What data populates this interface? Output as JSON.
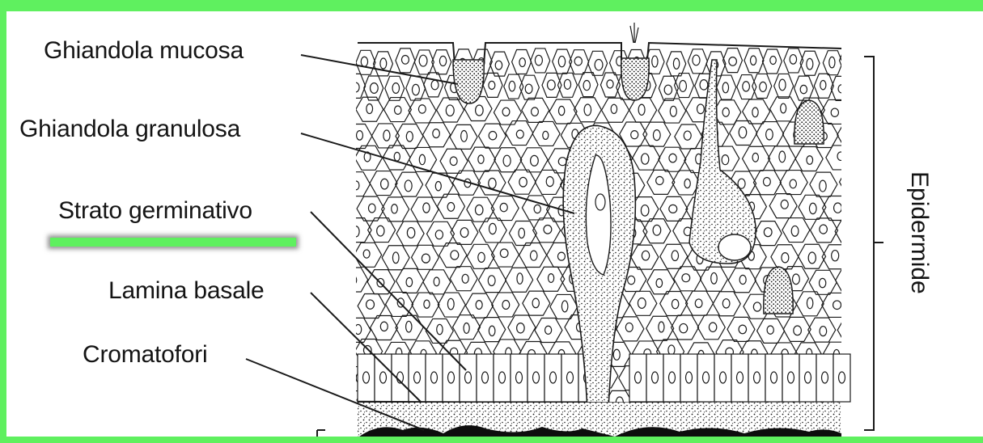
{
  "labels": {
    "ghiandola_mucosa": "Ghiandola mucosa",
    "ghiandola_granulosa": "Ghiandola granulosa",
    "strato_germinativo": "Strato germinativo",
    "lamina_basale": "Lamina basale",
    "cromatofori": "Cromatofori",
    "epidermide": "Epidermide"
  },
  "colors": {
    "frame": "#5ff05f",
    "highlight": "#5ff05f",
    "ink": "#141414",
    "background": "#ffffff"
  }
}
